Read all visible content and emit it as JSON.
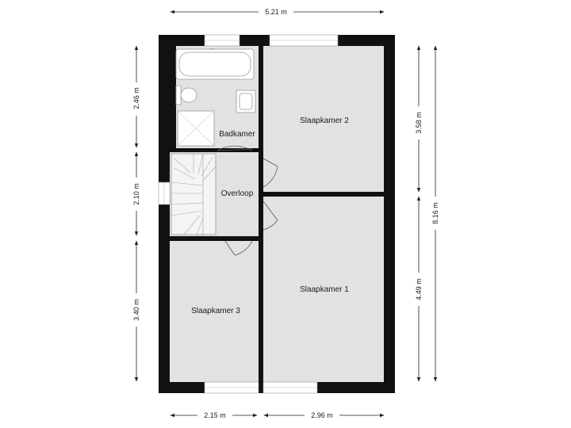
{
  "rooms": {
    "badkamer": "Badkamer",
    "slaapkamer2": "Slaapkamer 2",
    "overloop": "Overloop",
    "slaapkamer1": "Slaapkamer 1",
    "slaapkamer3": "Slaapkamer 3"
  },
  "dimensions": {
    "top_total": "5.21 m",
    "bottom_left": "2.15 m",
    "bottom_right": "2.96 m",
    "left_top": "2.46 m",
    "left_mid": "2.10 m",
    "left_bottom": "3.40 m",
    "right_top": "3.58 m",
    "right_bottom": "4.49 m",
    "right_total": "8.16 m"
  },
  "colors": {
    "wall": "#111111",
    "floor": "#e2e2e2",
    "window": "#ffffff"
  }
}
